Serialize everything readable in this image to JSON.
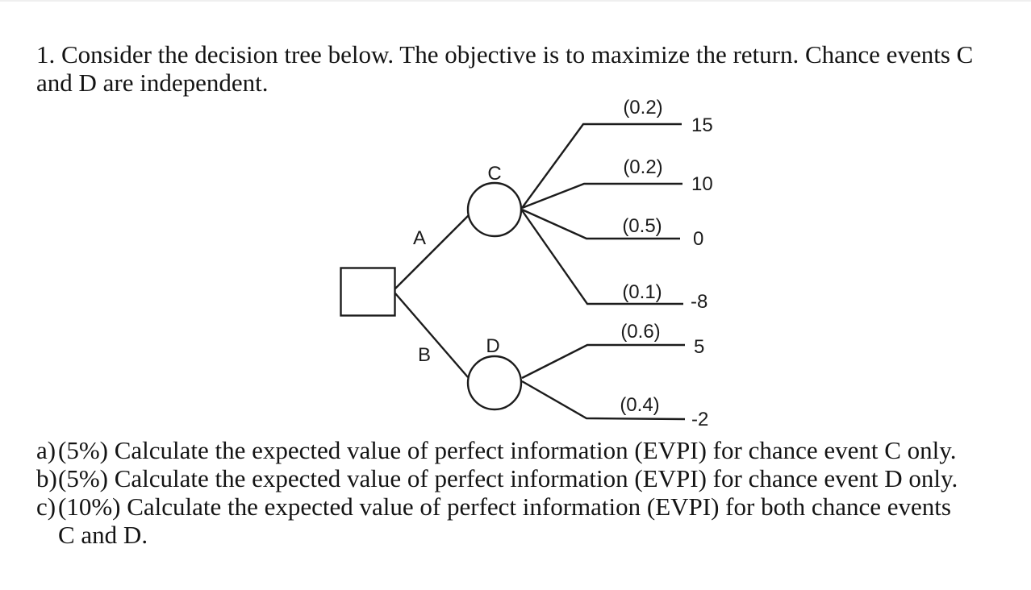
{
  "colors": {
    "background": "#ffffff",
    "ink": "#1c1c1c"
  },
  "question": {
    "lines": [
      "1. Consider the decision tree below. The objective is to maximize the return. Chance events C",
      "and D are independent."
    ],
    "full_text": "1. Consider the decision tree below. The objective is to maximize the return. Chance events C and D are independent."
  },
  "tree": {
    "decision_node_shape": "square",
    "branches": [
      {
        "action": "A",
        "chance_node": "C",
        "outcomes": [
          {
            "prob": "(0.2)",
            "payoff": "15"
          },
          {
            "prob": "(0.2)",
            "payoff": "10"
          },
          {
            "prob": "(0.5)",
            "payoff": "0"
          },
          {
            "prob": "(0.1)",
            "payoff": "-8"
          }
        ]
      },
      {
        "action": "B",
        "chance_node": "D",
        "outcomes": [
          {
            "prob": "(0.6)",
            "payoff": "5"
          },
          {
            "prob": "(0.4)",
            "payoff": "-2"
          }
        ]
      }
    ]
  },
  "parts": [
    {
      "marker": "a)",
      "lines": [
        "(5%) Calculate the expected value of perfect information (EVPI) for chance event C only."
      ]
    },
    {
      "marker": "b)",
      "lines": [
        "(5%) Calculate the expected value of perfect information (EVPI) for chance event D only."
      ]
    },
    {
      "marker": "c)",
      "lines": [
        "(10%) Calculate the expected value of perfect information (EVPI) for both chance events",
        "C and D."
      ]
    }
  ]
}
